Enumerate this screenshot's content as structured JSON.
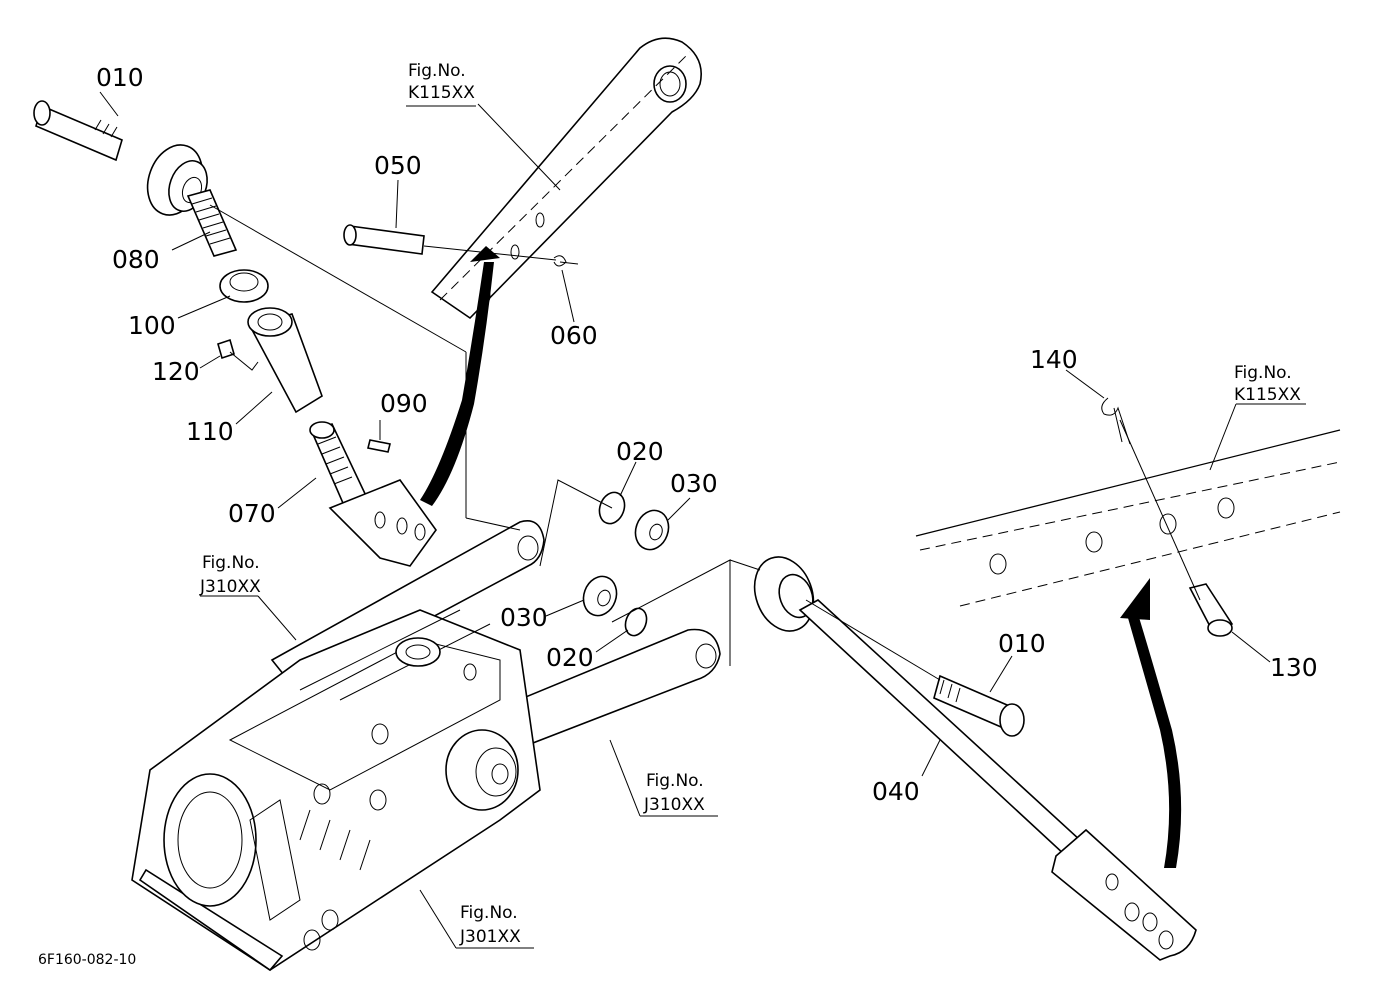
{
  "figure_code": "6F160-082-10",
  "fig_no_label": "Fig.No.",
  "part_labels": {
    "p010_top": "010",
    "p080": "080",
    "p100": "100",
    "p120": "120",
    "p110": "110",
    "p090": "090",
    "p070": "070",
    "p050": "050",
    "p060": "060",
    "p020_top": "020",
    "p030_top": "030",
    "p030_bottom": "030",
    "p020_bottom": "020",
    "p010_right": "010",
    "p040": "040",
    "p140": "140",
    "p130": "130"
  },
  "figure_refs": {
    "k115_top": "K115XX",
    "j310_left": "J310XX",
    "j310_right": "J310XX",
    "j301": "J301XX",
    "k115_right": "K115XX"
  }
}
